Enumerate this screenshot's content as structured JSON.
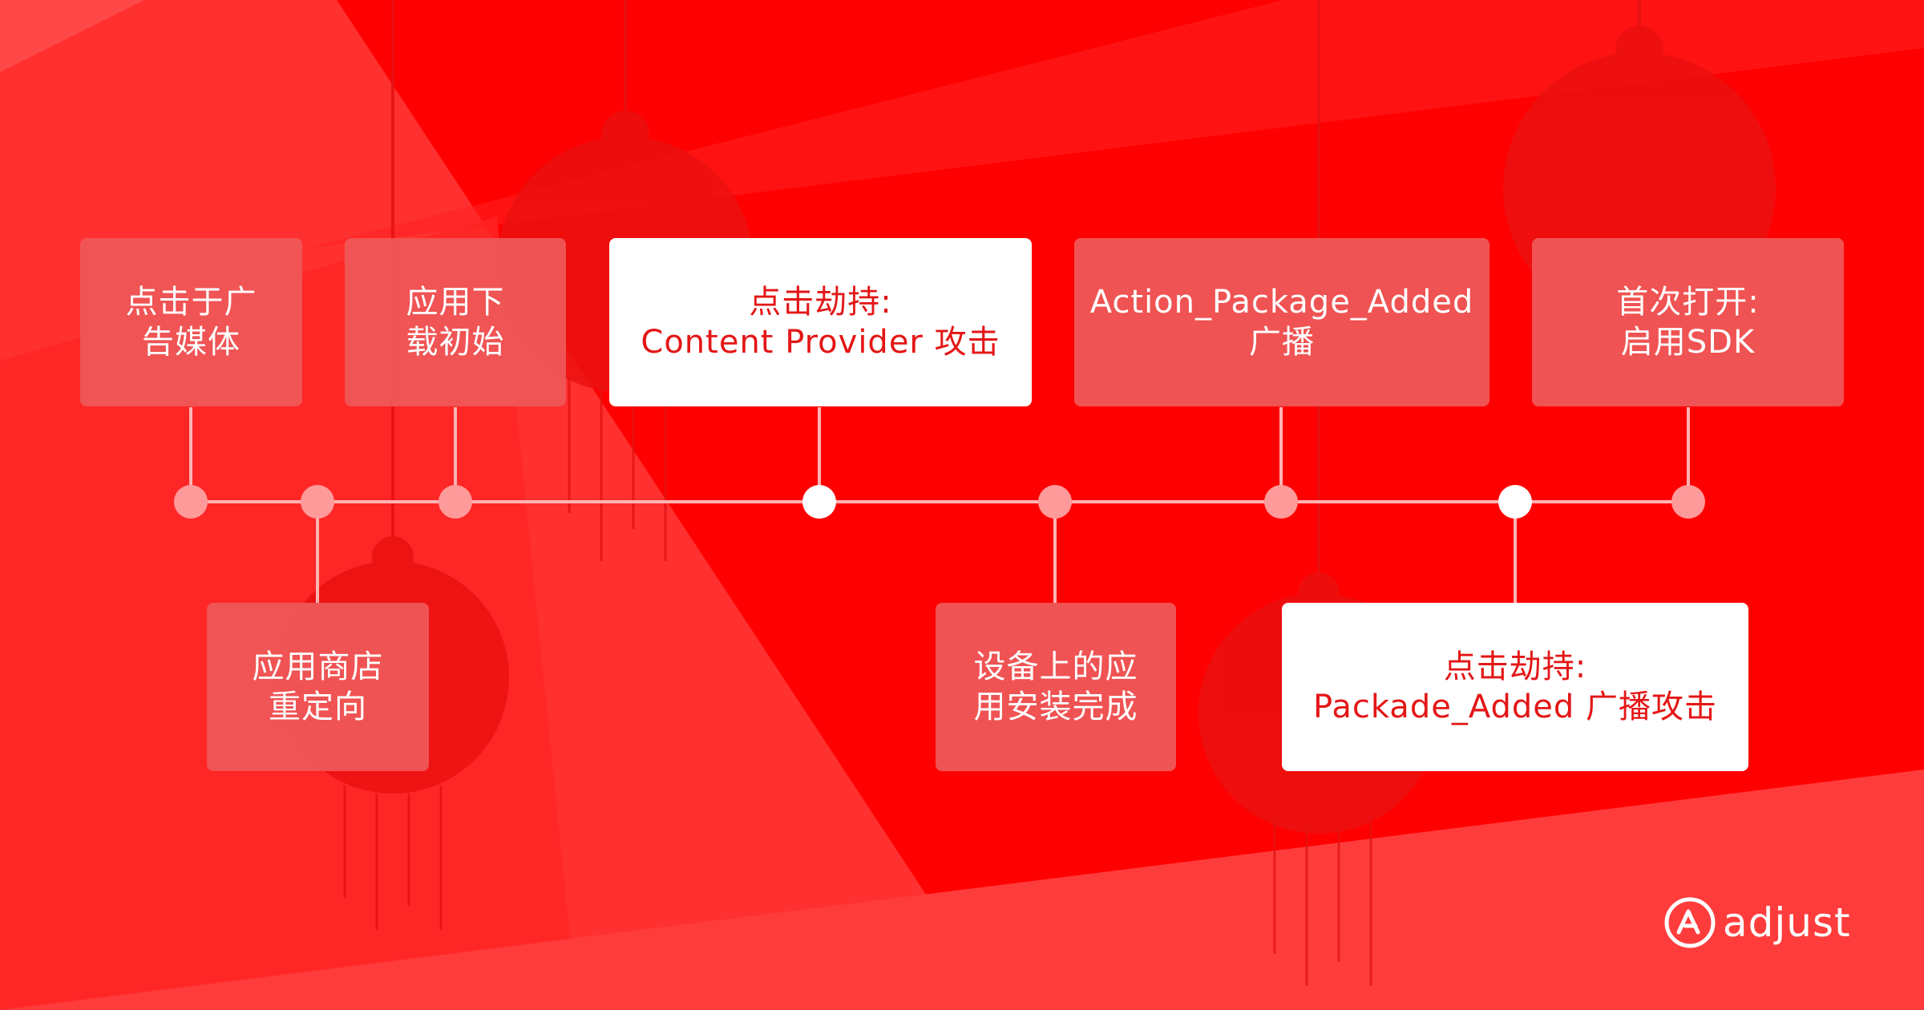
{
  "colors": {
    "background": "#ff0000",
    "box_muted": "#ef5656",
    "box_highlight": "#ffffff",
    "highlight_text": "#e41616",
    "connector": "#ffb3b3",
    "dot_muted": "#ff9a9a",
    "dot_highlight": "#ffffff"
  },
  "events_top": [
    {
      "line1": "点击于广",
      "line2": "告媒体"
    },
    {
      "line1": "应用下",
      "line2": "载初始"
    },
    {
      "line1": "点击劫持:",
      "line2": "Content Provider 攻击"
    },
    {
      "line1": "Action_Package_Added",
      "line2": "广播"
    },
    {
      "line1": "首次打开:",
      "line2": "启用SDK"
    }
  ],
  "events_bottom": [
    {
      "line1": "应用商店",
      "line2": "重定向"
    },
    {
      "line1": "设备上的应",
      "line2": "用安装完成"
    },
    {
      "line1": "点击劫持:",
      "line2": "Packade_Added 广播攻击"
    }
  ],
  "logo": {
    "text": "adjust",
    "icon": "adjust-logo-icon"
  }
}
